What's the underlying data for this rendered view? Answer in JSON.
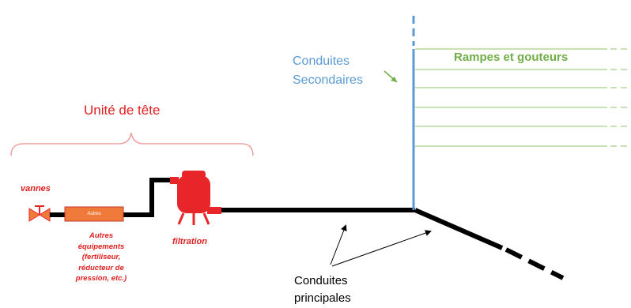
{
  "labels": {
    "unite_de_tete": "Unité de tête",
    "conduites_secondaires": [
      "Conduites",
      "Secondaires"
    ],
    "rampes": "Rampes et gouteurs",
    "vannes": "vannes",
    "autres_equipements": [
      "Autres",
      "équipements",
      "(fertiliseur,",
      "réducteur de",
      "pression, etc.)"
    ],
    "autres_box": "Autres",
    "filtration": "filtration",
    "conduites_principales": [
      "Conduites",
      "principales"
    ]
  },
  "colors": {
    "red": "#e8262a",
    "red_text": "#e02020",
    "orange": "#f07a3a",
    "blue": "#5b9bd5",
    "green": "#70ad47",
    "light_green": "#b5d99c",
    "black": "#000000",
    "bracket": "#f0a0a0"
  }
}
